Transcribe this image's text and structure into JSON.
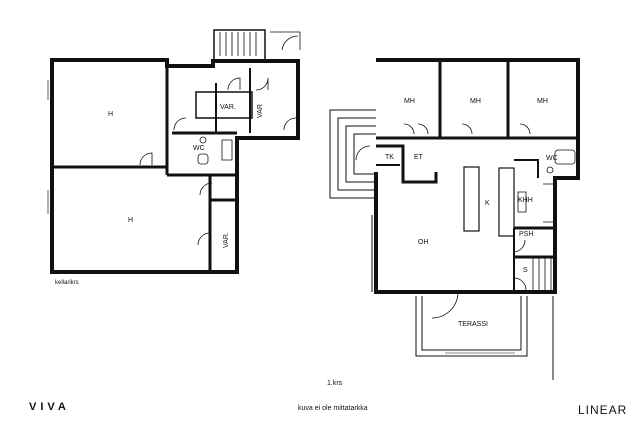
{
  "basement": {
    "rooms": [
      "H",
      "H",
      "VAR.",
      "VAR",
      "WC",
      "VAR."
    ],
    "label": "kellarikrs"
  },
  "first_floor": {
    "rooms": [
      "MH",
      "MH",
      "MH",
      "TK",
      "ET",
      "K",
      "KHH",
      "WC",
      "OH",
      "PSH",
      "S",
      "TERASSI"
    ],
    "label": "1.krs"
  },
  "footer": {
    "brand_left": "VIVA",
    "note": "kuva ei ole mittatarkka",
    "brand_right": "LINEAR"
  }
}
